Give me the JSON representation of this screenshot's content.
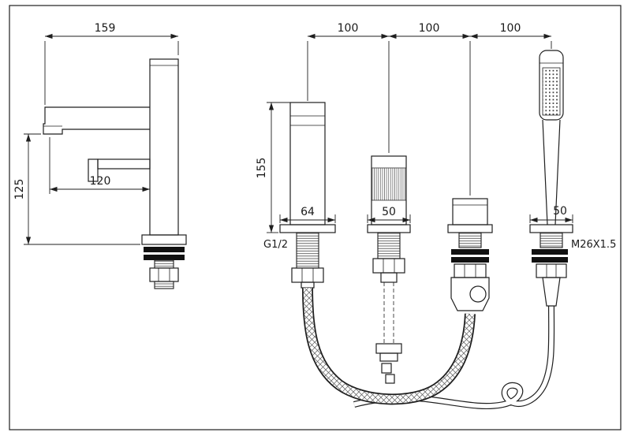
{
  "drawing": {
    "kind": "faucet-technical-drawing",
    "line_color": "#1f1f1f",
    "side_view": {
      "dims": {
        "overall": "159",
        "height": "125",
        "reach": "120"
      }
    },
    "front_view": {
      "dims": {
        "spacing1": "100",
        "spacing2": "100",
        "spacing3": "100",
        "spout_height": "155",
        "spout_base": "64",
        "valve_base": "50",
        "handset_base": "50"
      },
      "labels": {
        "inlet_thread": "G1/2",
        "hose_thread": "M26X1.5"
      }
    }
  }
}
